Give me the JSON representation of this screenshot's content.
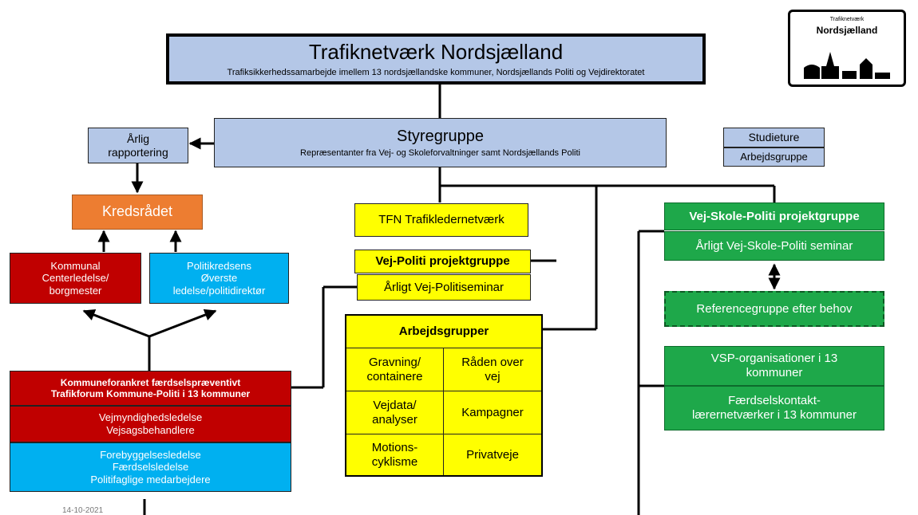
{
  "top": {
    "title": "Trafiknetværk Nordsjælland",
    "subtitle": "Trafiksikkerhedssamarbejde imellem 13 nordsjællandske kommuner, Nordsjællands Politi og Vejdirektoratet"
  },
  "logo": {
    "line1": "Trafiknetværk",
    "line2": "Nordsjælland"
  },
  "styregruppe": {
    "title": "Styregruppe",
    "subtitle": "Repræsentanter fra Vej- og Skoleforvaltninger samt Nordsjællands Politi"
  },
  "aarlig": {
    "line1": "Årlig",
    "line2": "rapportering"
  },
  "kredsraadet": "Kredsrådet",
  "kommunal": {
    "line1": "Kommunal",
    "line2": "Centerledelse/",
    "line3": "borgmester"
  },
  "politikreds": {
    "line1": "Politikredsens",
    "line2": "Øverste",
    "line3": "ledelse/politidirektør"
  },
  "kommuneforum": {
    "header_line1": "Kommuneforankret færdselspræventivt",
    "header_line2": "Trafikforum Kommune-Politi i 13 kommuner",
    "red_line1": "Vejmyndighedsledelse",
    "red_line2": "Vejsagsbehandlere",
    "blue_line1": "Forebyggelsesledelse",
    "blue_line2": "Færdselsledelse",
    "blue_line3": "Politifaglige medarbejdere"
  },
  "tfn": "TFN Trafikledernetværk",
  "vejpoliti": {
    "title": "Vej-Politi projektgruppe",
    "seminar": "Årligt Vej-Politiseminar"
  },
  "arbejdsgrupper": {
    "title": "Arbejdsgrupper",
    "cells": [
      {
        "line1": "Gravning/",
        "line2": "containere"
      },
      {
        "line1": "Råden over",
        "line2": "vej"
      },
      {
        "line1": "Vejdata/",
        "line2": "analyser"
      },
      {
        "line1": "Kampagner",
        "line2": ""
      },
      {
        "line1": "Motions-",
        "line2": "cyklisme"
      },
      {
        "line1": "Privatveje",
        "line2": ""
      }
    ]
  },
  "studieture": {
    "line1": "Studieture",
    "line2": "Arbejdsgruppe"
  },
  "vsp": {
    "title": "Vej-Skole-Politi projektgruppe",
    "seminar": "Årligt Vej-Skole-Politi seminar",
    "reference": "Referencegruppe efter behov",
    "org_line1": "VSP-organisationer i 13",
    "org_line2": "kommuner",
    "net_line1": "Færdselskontakt-",
    "net_line2": "lærernetværker i 13 kommuner"
  },
  "date": "14-10-2021"
}
